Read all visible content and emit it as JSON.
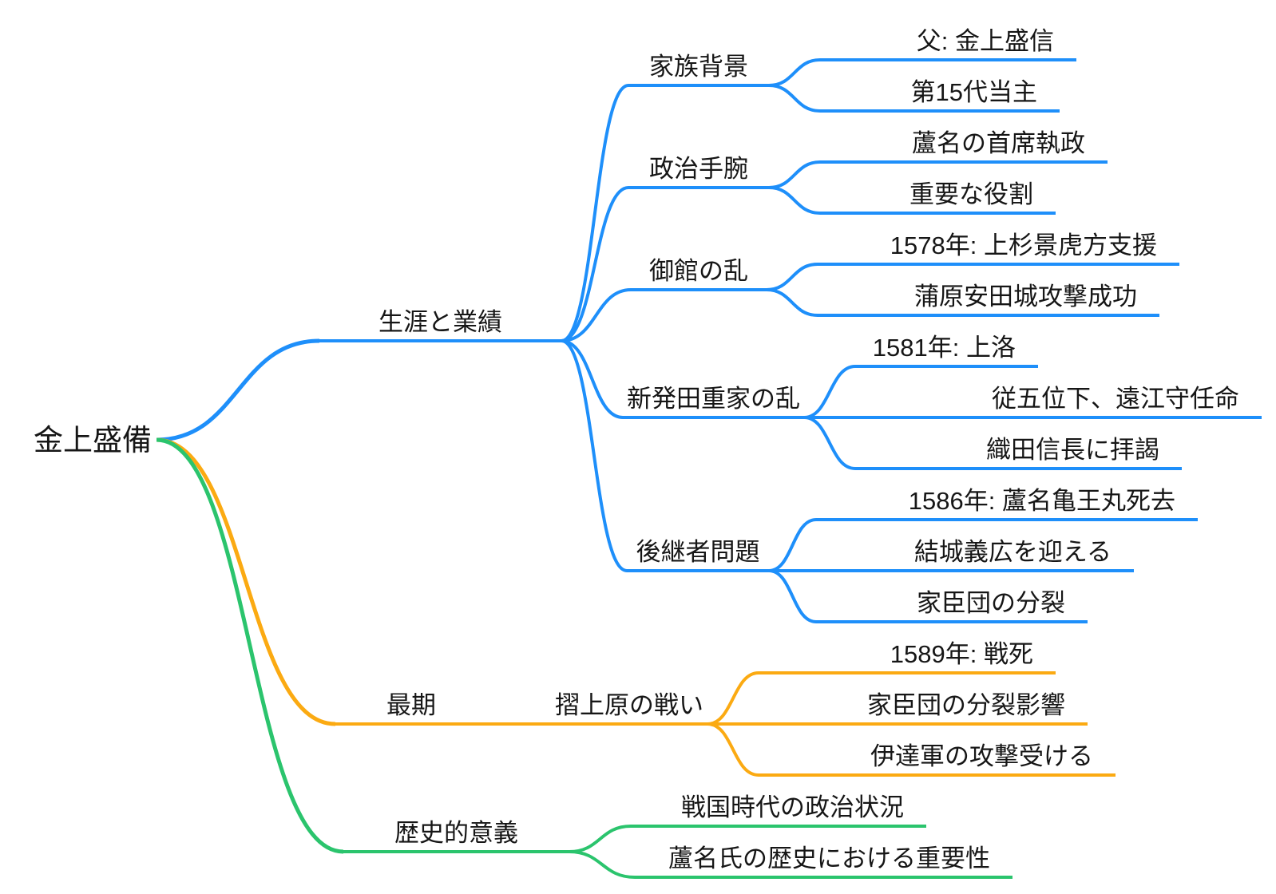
{
  "diagram": {
    "type": "mindmap",
    "text_color": "#161616",
    "background": "#ffffff",
    "root": {
      "label": "金上盛備",
      "children": [
        {
          "label": "生涯と業績",
          "color": "#1e8ffa",
          "children": [
            {
              "label": "家族背景",
              "children": [
                {
                  "label": "父: 金上盛信"
                },
                {
                  "label": "第15代当主"
                }
              ]
            },
            {
              "label": "政治手腕",
              "children": [
                {
                  "label": "蘆名の首席執政"
                },
                {
                  "label": "重要な役割"
                }
              ]
            },
            {
              "label": "御館の乱",
              "children": [
                {
                  "label": "1578年: 上杉景虎方支援"
                },
                {
                  "label": "蒲原安田城攻撃成功"
                }
              ]
            },
            {
              "label": "新発田重家の乱",
              "children": [
                {
                  "label": "1581年: 上洛"
                },
                {
                  "label": "従五位下、遠江守任命"
                },
                {
                  "label": "織田信長に拝謁"
                }
              ]
            },
            {
              "label": "後継者問題",
              "children": [
                {
                  "label": "1586年: 蘆名亀王丸死去"
                },
                {
                  "label": "結城義広を迎える"
                },
                {
                  "label": "家臣団の分裂"
                }
              ]
            }
          ]
        },
        {
          "label": "最期",
          "color": "#fbaa12",
          "children": [
            {
              "label": "摺上原の戦い",
              "children": [
                {
                  "label": "1589年: 戦死"
                },
                {
                  "label": "家臣団の分裂影響"
                },
                {
                  "label": "伊達軍の攻撃受ける"
                }
              ]
            }
          ]
        },
        {
          "label": "歴史的意義",
          "color": "#2bc46d",
          "children": [
            {
              "label": "戦国時代の政治状況"
            },
            {
              "label": "蘆名氏の歴史における重要性"
            }
          ]
        }
      ]
    }
  }
}
